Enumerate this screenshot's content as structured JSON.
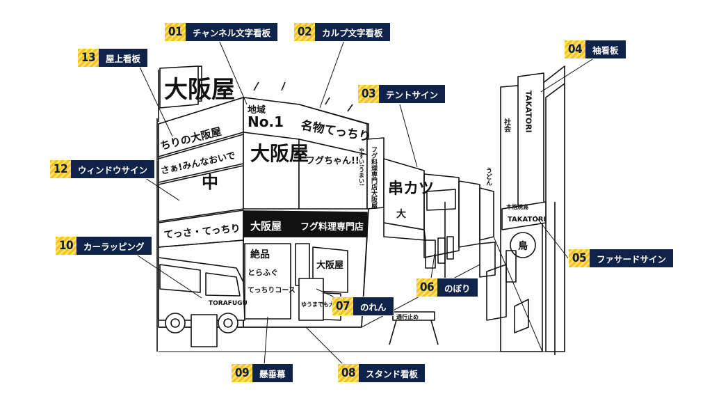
{
  "illustration": {
    "signs": {
      "chikiki": "地域",
      "no1": "No.1",
      "osakaya_big": "大阪屋",
      "meibutsu": "名物てっちり",
      "fugu_chan": "フグちゃん!!",
      "fugu_ryouri_vertical": "フグ料理専門店大阪屋",
      "yasui_umai": "やすい!うまい!",
      "kushikatsu": "串カツ",
      "dai": "大",
      "oideyasu": "さぁ!みんなおいで",
      "osakaya_roof": "ちりの大阪屋",
      "naka": "中",
      "tessa": "てっさ・てっちり",
      "osakaya_band": "大阪屋",
      "fugu_band": "フグ料理専門店",
      "zeppin": "絶品",
      "tora": "とらふぐ",
      "techiri_course": "てっちりコース",
      "osakaya_small": "大阪屋",
      "yuu_osakaya": "ゆうまでも大阪屋",
      "takatori": "TAKATORI",
      "takatori_sleeve": "TAKATORI",
      "tori": "鳥",
      "shakai": "社会",
      "tsukumi": "本格焼鳥",
      "udon": "うどん",
      "truck": "TORAFUGU",
      "tsukiji": "通行止め"
    }
  },
  "labels": [
    {
      "num": "01",
      "text": "チャンネル文字看板"
    },
    {
      "num": "02",
      "text": "カルプ文字看板"
    },
    {
      "num": "03",
      "text": "テントサイン"
    },
    {
      "num": "04",
      "text": "袖看板"
    },
    {
      "num": "05",
      "text": "ファサードサイン"
    },
    {
      "num": "06",
      "text": "のぼり"
    },
    {
      "num": "07",
      "text": "のれん"
    },
    {
      "num": "08",
      "text": "スタンド看板"
    },
    {
      "num": "09",
      "text": "懸垂幕"
    },
    {
      "num": "10",
      "text": "カーラッピング"
    },
    {
      "num": "12",
      "text": "ウィンドウサイン"
    },
    {
      "num": "13",
      "text": "屋上看板"
    }
  ],
  "colors": {
    "label_bg": "#0f2348",
    "number_bg": "#f6c21c",
    "ink": "#111111"
  }
}
